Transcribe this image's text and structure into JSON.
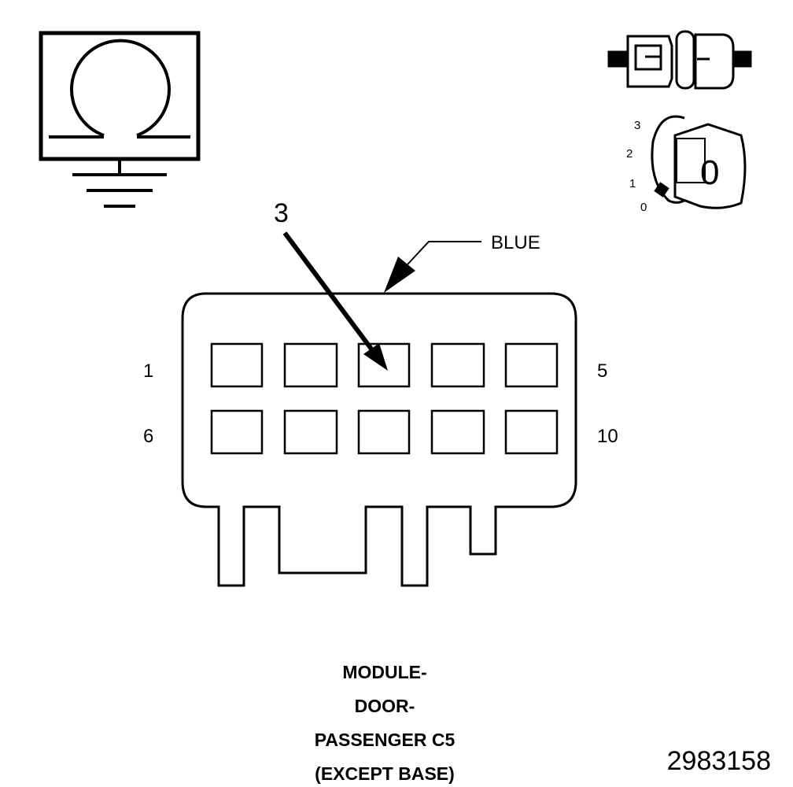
{
  "diagram": {
    "callout_number": "3",
    "connector_color": "BLUE",
    "pin_labels": {
      "top_left": "1",
      "top_right": "5",
      "bottom_left": "6",
      "bottom_right": "10"
    },
    "caption_lines": [
      "MODULE-",
      "DOOR-",
      "PASSENGER C5",
      "(EXCEPT BASE)"
    ],
    "figure_number": "2983158",
    "ignition_key": {
      "positions": [
        "3",
        "2",
        "1",
        "0"
      ],
      "selected": "0"
    },
    "icons": [
      "ohmmeter-ground-icon",
      "disconnected-connector-icon",
      "ignition-key-off-icon"
    ],
    "cavity_count": 10,
    "highlighted_cavity": 3
  }
}
